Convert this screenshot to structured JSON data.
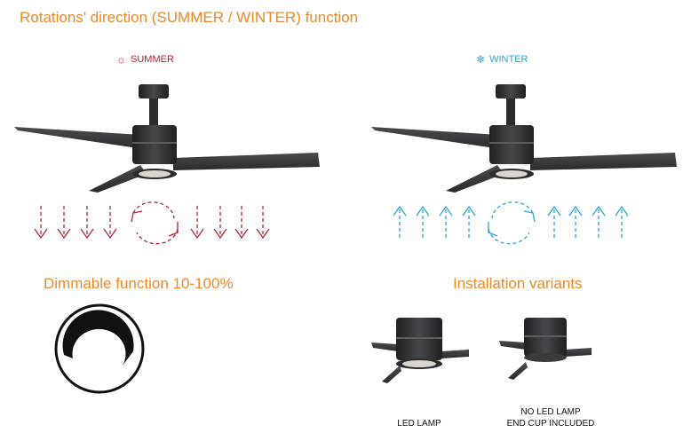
{
  "title": "Rotations' direction (SUMMER / WINTER) function",
  "summer": {
    "label": "SUMMER",
    "icon": "sun-icon",
    "color": "#b5233a"
  },
  "winter": {
    "label": "WINTER",
    "icon": "snowflake-icon",
    "color": "#2aa6d6"
  },
  "dimmable": {
    "heading": "Dimmable function 10-100%",
    "icon": "dimmer-dial-icon"
  },
  "installation": {
    "heading": "Installation variants",
    "variants": [
      {
        "caption_line1": "LED LAMP",
        "caption_line2": ""
      },
      {
        "caption_line1": "NO LED LAMP",
        "caption_line2": "END CUP INCLUDED"
      }
    ]
  },
  "colors": {
    "accent": "#e8892c",
    "fan_body": "#2f3134",
    "fan_blade": "#3a3b3d"
  }
}
